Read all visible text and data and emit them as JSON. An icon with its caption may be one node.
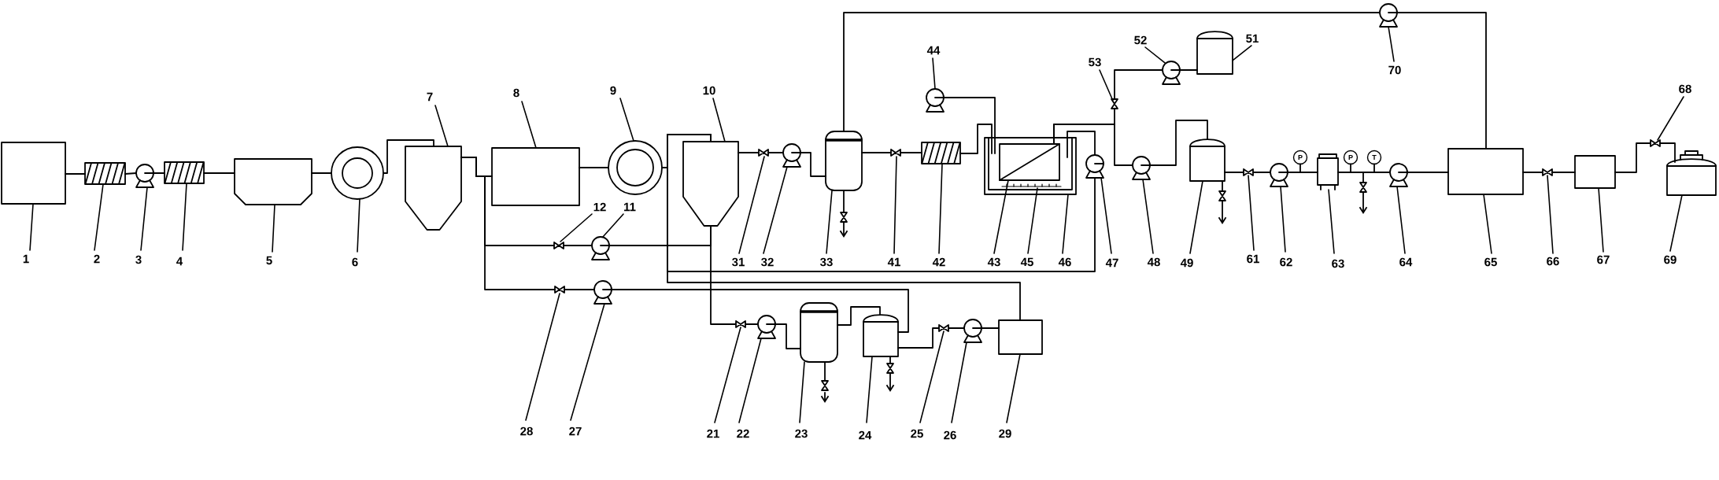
{
  "diagram": {
    "nodes": [
      {
        "text": [],
        "shape": "box"
      },
      {
        "text": [
          "1"
        ]
      },
      {
        "text": [],
        "shape": "filter"
      },
      {
        "text": [
          "2"
        ]
      },
      {
        "text": [],
        "shape": "pump"
      },
      {
        "text": [
          "3"
        ]
      },
      {
        "text": [],
        "shape": "filter"
      },
      {
        "text": [
          "4"
        ]
      },
      {
        "text": [],
        "shape": "trough"
      },
      {
        "text": [
          "5"
        ]
      },
      {
        "text": [],
        "shape": "ring"
      },
      {
        "text": [
          "6"
        ]
      },
      {
        "text": [],
        "shape": "hopper"
      },
      {
        "text": [
          "7"
        ]
      },
      {
        "text": [],
        "shape": "box"
      },
      {
        "text": [
          "8"
        ]
      },
      {
        "text": [],
        "shape": "valve"
      },
      {
        "text": [
          "12"
        ]
      },
      {
        "text": [],
        "shape": "pump"
      },
      {
        "text": [
          "11"
        ]
      },
      {
        "text": [],
        "shape": "valve"
      },
      {
        "text": [
          "28"
        ]
      },
      {
        "text": [],
        "shape": "pump"
      },
      {
        "text": [
          "27"
        ]
      },
      {
        "text": [],
        "shape": "ring"
      },
      {
        "text": [
          "9"
        ]
      },
      {
        "text": [],
        "shape": "hopper"
      },
      {
        "text": [
          "10"
        ]
      },
      {
        "text": [],
        "shape": "valve"
      },
      {
        "text": [
          "31"
        ]
      },
      {
        "text": [],
        "shape": "pump"
      },
      {
        "text": [
          "32"
        ]
      },
      {
        "text": [],
        "shape": "vessel"
      },
      {
        "text": [
          "33"
        ]
      },
      {
        "text": [],
        "shape": "valve"
      },
      {
        "text": [],
        "shape": "valve"
      },
      {
        "text": [
          "41"
        ]
      },
      {
        "text": [],
        "shape": "filter"
      },
      {
        "text": [
          "42"
        ]
      },
      {
        "text": [],
        "shape": "pump"
      },
      {
        "text": [
          "44"
        ]
      },
      {
        "text": [],
        "shape": "basin"
      },
      {
        "text": [
          "46"
        ]
      },
      {
        "text": [],
        "shape": "membrane",
        "in": 41
      },
      {
        "text": [
          "43"
        ]
      },
      {
        "text": [],
        "shape": "bar",
        "in": 41
      },
      {
        "text": [
          "45"
        ]
      },
      {
        "text": [],
        "shape": "pump"
      },
      {
        "text": [
          "47"
        ]
      },
      {
        "text": [],
        "shape": "valve"
      },
      {
        "text": [
          "53"
        ]
      },
      {
        "text": [],
        "shape": "pump"
      },
      {
        "text": [
          "52"
        ]
      },
      {
        "text": [],
        "shape": "tank"
      },
      {
        "text": [
          "51"
        ]
      },
      {
        "text": [],
        "shape": "pump"
      },
      {
        "text": [
          "70"
        ]
      },
      {
        "text": [],
        "shape": "pump"
      },
      {
        "text": [
          "48"
        ]
      },
      {
        "text": [],
        "shape": "tank"
      },
      {
        "text": [
          "49"
        ]
      },
      {
        "text": [],
        "shape": "valve"
      },
      {
        "text": [],
        "shape": "valve"
      },
      {
        "text": [
          "61"
        ]
      },
      {
        "text": [],
        "shape": "pump"
      },
      {
        "text": [
          "62"
        ]
      },
      {
        "text": [
          "P"
        ]
      },
      {
        "text": [],
        "shape": "canister"
      },
      {
        "text": [
          "63"
        ]
      },
      {
        "text": [
          "P"
        ]
      },
      {
        "text": [
          "T"
        ]
      },
      {
        "text": [],
        "shape": "valve"
      },
      {
        "text": [],
        "shape": "pump"
      },
      {
        "text": [
          "64"
        ]
      },
      {
        "text": [],
        "shape": "box"
      },
      {
        "text": [
          "65"
        ]
      },
      {
        "text": [],
        "shape": "valve"
      },
      {
        "text": [
          "66"
        ]
      },
      {
        "text": [],
        "shape": "box"
      },
      {
        "text": [
          "67"
        ]
      },
      {
        "text": [],
        "shape": "valve"
      },
      {
        "text": [
          "68"
        ]
      },
      {
        "text": [],
        "shape": "tank"
      },
      {
        "text": [
          "69"
        ]
      },
      {
        "text": [],
        "shape": "valve"
      },
      {
        "text": [
          "21"
        ]
      },
      {
        "text": [],
        "shape": "pump"
      },
      {
        "text": [
          "22"
        ]
      },
      {
        "text": [],
        "shape": "vessel"
      },
      {
        "text": [
          "23"
        ]
      },
      {
        "text": [],
        "shape": "valve"
      },
      {
        "text": [],
        "shape": "tank"
      },
      {
        "text": [
          "24"
        ]
      },
      {
        "text": [],
        "shape": "valve"
      },
      {
        "text": [],
        "shape": "valve"
      },
      {
        "text": [
          "25"
        ]
      },
      {
        "text": [],
        "shape": "pump"
      },
      {
        "text": [
          "26"
        ]
      },
      {
        "text": [],
        "shape": "box"
      },
      {
        "text": [
          "29"
        ]
      }
    ],
    "edges": [
      {
        "from": 0,
        "to": 2,
        "arrow": "none"
      },
      {
        "from": 2,
        "to": 4,
        "arrow": "none"
      },
      {
        "from": 4,
        "to": 6,
        "arrow": "none"
      },
      {
        "from": 6,
        "to": 8,
        "arrow": "none"
      },
      {
        "from": 8,
        "to": 10,
        "arrow": "none"
      },
      {
        "from": 10,
        "to": 12,
        "arrow": "none"
      },
      {
        "from": 12,
        "to": 14,
        "arrow": "none"
      },
      {
        "from": 12,
        "to": 16,
        "arrow": "none"
      },
      {
        "from": 16,
        "to": 18,
        "arrow": "none"
      },
      {
        "from": 18,
        "to": 26,
        "arrow": "none"
      },
      {
        "from": 12,
        "to": 20,
        "arrow": "none"
      },
      {
        "from": 20,
        "to": 22,
        "arrow": "none"
      },
      {
        "from": 22,
        "to": 91,
        "arrow": "none"
      },
      {
        "from": 14,
        "to": 24,
        "arrow": "none"
      },
      {
        "from": 24,
        "to": 26,
        "arrow": "none"
      },
      {
        "from": 26,
        "to": 28,
        "arrow": "none"
      },
      {
        "from": 28,
        "to": 30,
        "arrow": "none"
      },
      {
        "from": 30,
        "to": 32,
        "arrow": "none"
      },
      {
        "from": 32,
        "to": 55,
        "arrow": "none"
      },
      {
        "from": 55,
        "to": 74,
        "arrow": "none"
      },
      {
        "from": 32,
        "to": 34,
        "arrow": "none"
      },
      {
        "from": 34,
        "to": null,
        "arrow": "to"
      },
      {
        "from": 32,
        "to": 35,
        "arrow": "none"
      },
      {
        "from": 35,
        "to": 37,
        "arrow": "none"
      },
      {
        "from": 37,
        "to": 41,
        "arrow": "none"
      },
      {
        "from": 39,
        "to": 41,
        "arrow": "none"
      },
      {
        "from": 41,
        "to": 47,
        "arrow": "none"
      },
      {
        "from": 47,
        "to": 26,
        "arrow": "none"
      },
      {
        "from": 43,
        "to": 49,
        "arrow": "none"
      },
      {
        "from": 49,
        "to": 51,
        "arrow": "none"
      },
      {
        "from": 51,
        "to": 53,
        "arrow": "none"
      },
      {
        "from": 43,
        "to": 57,
        "arrow": "none"
      },
      {
        "from": 57,
        "to": 59,
        "arrow": "none"
      },
      {
        "from": 59,
        "to": 61,
        "arrow": "none"
      },
      {
        "from": 61,
        "to": null,
        "arrow": "to"
      },
      {
        "from": 59,
        "to": 62,
        "arrow": "none"
      },
      {
        "from": 62,
        "to": 64,
        "arrow": "none"
      },
      {
        "from": 64,
        "to": 67,
        "arrow": "none"
      },
      {
        "from": 67,
        "to": 72,
        "arrow": "none"
      },
      {
        "from": null,
        "to": 71,
        "arrow": "none"
      },
      {
        "from": 71,
        "to": null,
        "arrow": "to"
      },
      {
        "from": 72,
        "to": 74,
        "arrow": "none"
      },
      {
        "from": 74,
        "to": 76,
        "arrow": "none"
      },
      {
        "from": 76,
        "to": 78,
        "arrow": "none"
      },
      {
        "from": 78,
        "to": 80,
        "arrow": "none"
      },
      {
        "from": 80,
        "to": 82,
        "arrow": "none"
      },
      {
        "from": 26,
        "to": 84,
        "arrow": "none"
      },
      {
        "from": 84,
        "to": 86,
        "arrow": "none"
      },
      {
        "from": 86,
        "to": 88,
        "arrow": "none"
      },
      {
        "from": 88,
        "to": 90,
        "arrow": "none"
      },
      {
        "from": 90,
        "to": null,
        "arrow": "to"
      },
      {
        "from": 88,
        "to": 91,
        "arrow": "none"
      },
      {
        "from": 91,
        "to": 93,
        "arrow": "none"
      },
      {
        "from": 93,
        "to": null,
        "arrow": "to"
      },
      {
        "from": 91,
        "to": 94,
        "arrow": "none"
      },
      {
        "from": 94,
        "to": 96,
        "arrow": "none"
      },
      {
        "from": 96,
        "to": 98,
        "arrow": "none"
      },
      {
        "from": 98,
        "to": 26,
        "arrow": "none"
      },
      {
        "from": 1,
        "to": 0,
        "arrow": "none"
      },
      {
        "from": 3,
        "to": 2,
        "arrow": "none"
      },
      {
        "from": 5,
        "to": 4,
        "arrow": "none"
      },
      {
        "from": 7,
        "to": 6,
        "arrow": "none"
      },
      {
        "from": 9,
        "to": 8,
        "arrow": "none"
      },
      {
        "from": 11,
        "to": 10,
        "arrow": "none"
      },
      {
        "from": 13,
        "to": 12,
        "arrow": "none"
      },
      {
        "from": 15,
        "to": 14,
        "arrow": "none"
      },
      {
        "from": 17,
        "to": 16,
        "arrow": "none"
      },
      {
        "from": 19,
        "to": 18,
        "arrow": "none"
      },
      {
        "from": 21,
        "to": 20,
        "arrow": "none"
      },
      {
        "from": 23,
        "to": 22,
        "arrow": "none"
      },
      {
        "from": 25,
        "to": 24,
        "arrow": "none"
      },
      {
        "from": 27,
        "to": 26,
        "arrow": "none"
      },
      {
        "from": 29,
        "to": 28,
        "arrow": "none"
      },
      {
        "from": 31,
        "to": 30,
        "arrow": "none"
      },
      {
        "from": 33,
        "to": 32,
        "arrow": "none"
      },
      {
        "from": 36,
        "to": 35,
        "arrow": "none"
      },
      {
        "from": 38,
        "to": 37,
        "arrow": "none"
      },
      {
        "from": 40,
        "to": 39,
        "arrow": "none"
      },
      {
        "from": 42,
        "to": 41,
        "arrow": "none"
      },
      {
        "from": 44,
        "to": 43,
        "arrow": "none"
      },
      {
        "from": 46,
        "to": 45,
        "arrow": "none"
      },
      {
        "from": 48,
        "to": 47,
        "arrow": "none"
      },
      {
        "from": 50,
        "to": 49,
        "arrow": "none"
      },
      {
        "from": 52,
        "to": 51,
        "arrow": "none"
      },
      {
        "from": 54,
        "to": 53,
        "arrow": "none"
      },
      {
        "from": 56,
        "to": 55,
        "arrow": "none"
      },
      {
        "from": 58,
        "to": 57,
        "arrow": "none"
      },
      {
        "from": 60,
        "to": 59,
        "arrow": "none"
      },
      {
        "from": 63,
        "to": 62,
        "arrow": "none"
      },
      {
        "from": 65,
        "to": 64,
        "arrow": "none"
      },
      {
        "from": 68,
        "to": 67,
        "arrow": "none"
      },
      {
        "from": 73,
        "to": 72,
        "arrow": "none"
      },
      {
        "from": 75,
        "to": 74,
        "arrow": "none"
      },
      {
        "from": 77,
        "to": 76,
        "arrow": "none"
      },
      {
        "from": 79,
        "to": 78,
        "arrow": "none"
      },
      {
        "from": 81,
        "to": 80,
        "arrow": "none"
      },
      {
        "from": 83,
        "to": 82,
        "arrow": "none"
      },
      {
        "from": 85,
        "to": 84,
        "arrow": "none"
      },
      {
        "from": 87,
        "to": 86,
        "arrow": "none"
      },
      {
        "from": 89,
        "to": 88,
        "arrow": "none"
      },
      {
        "from": 92,
        "to": 91,
        "arrow": "none"
      },
      {
        "from": 95,
        "to": 94,
        "arrow": "none"
      },
      {
        "from": 97,
        "to": 96,
        "arrow": "none"
      },
      {
        "from": 99,
        "to": 98,
        "arrow": "none"
      }
    ]
  }
}
